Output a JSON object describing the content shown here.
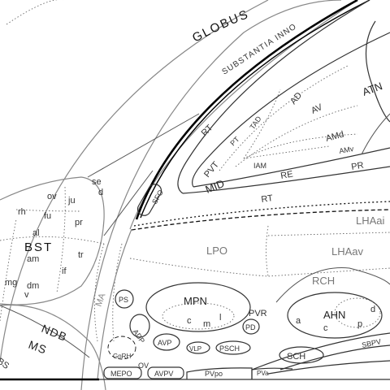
{
  "labels": {
    "globus": "GLOBUS",
    "substantia_inno": "SUBSTANTIA INNO",
    "atn": "ATN",
    "ad": "AD",
    "tad": "TAD",
    "av": "AV",
    "amd": "AMd",
    "amv": "AMv",
    "pt": "PT",
    "rt_upper": "RT",
    "pvt": "PVT",
    "iam": "IAM",
    "mid": "MID",
    "re": "RE",
    "pr": "PR",
    "rt_lower": "RT",
    "sfo": "SFO",
    "lhaai": "LHAai",
    "lhaav": "LHAav",
    "lpo": "LPO",
    "rch": "RCH",
    "se": "se",
    "d_bst": "d",
    "ov": "ov",
    "ju": "ju",
    "rh": "rh",
    "fu": "fu",
    "pr_bst": "pr",
    "al": "al",
    "bst": "BST",
    "am": "am",
    "tr": "tr",
    "if": "if",
    "mg": "mg",
    "dm": "dm",
    "v": "v",
    "ma": "MA",
    "ndb": "NDB",
    "ms": "MS",
    "bs": "BS",
    "ps": "PS",
    "mpn": "MPN",
    "c_mpn": "c",
    "m_mpn": "m",
    "l_mpn": "l",
    "pvr": "PVR",
    "pd": "PD",
    "adp": "ADP",
    "avp": "AVP",
    "vlp": "VLP",
    "psch": "PSCH",
    "gnrh": "GnRH",
    "ov_bottom": "OV",
    "mepo": "MEPO",
    "avpv": "AVPV",
    "pvpo": "PVpo",
    "pva": "PVa",
    "ahn": "AHN",
    "a_ahn": "a",
    "c_ahn": "c",
    "p_ahn": "p",
    "d_ahn": "d",
    "sch": "SCH",
    "sbpv": "SBPV"
  }
}
